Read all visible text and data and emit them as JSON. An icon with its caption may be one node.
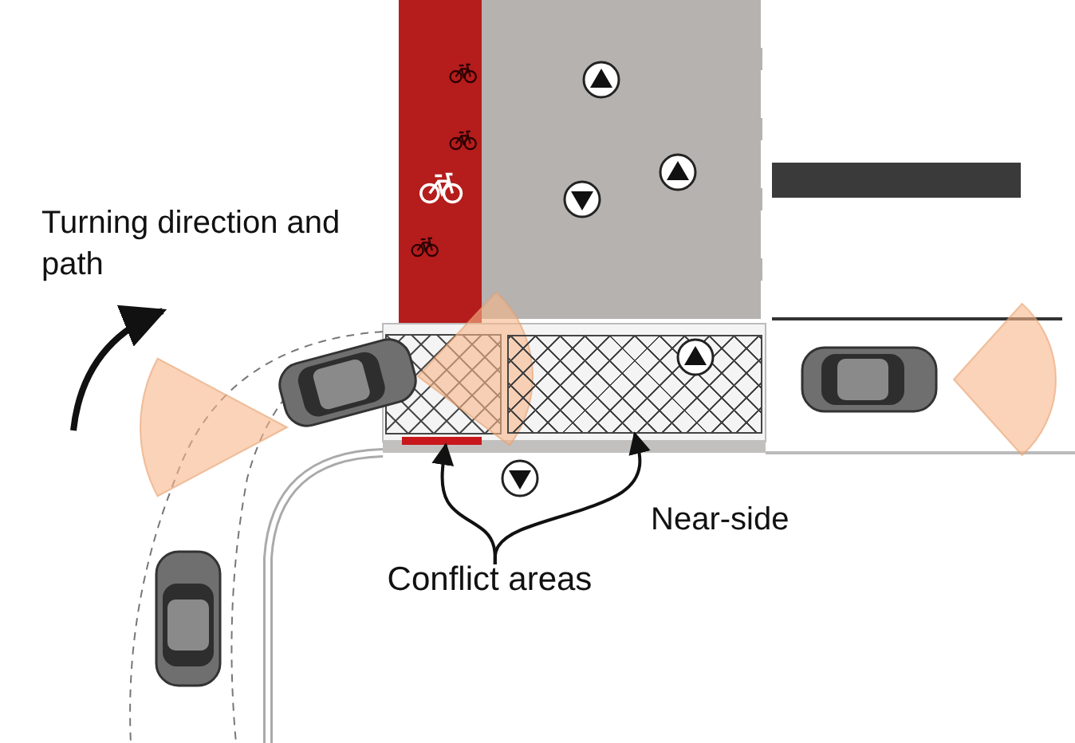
{
  "diagram": {
    "nodes": [
      {
        "text": [
          "Conflict areas"
        ]
      },
      {
        "text": [],
        "shape": "bar"
      },
      {
        "text": [],
        "shape": "box"
      }
    ],
    "edges": [
      {
        "from": 0,
        "to": 1,
        "arrow": "to"
      },
      {
        "from": 0,
        "to": 2,
        "arrow": "to"
      }
    ],
    "labels": [
      "Turning direction and path",
      "Near-side"
    ]
  }
}
